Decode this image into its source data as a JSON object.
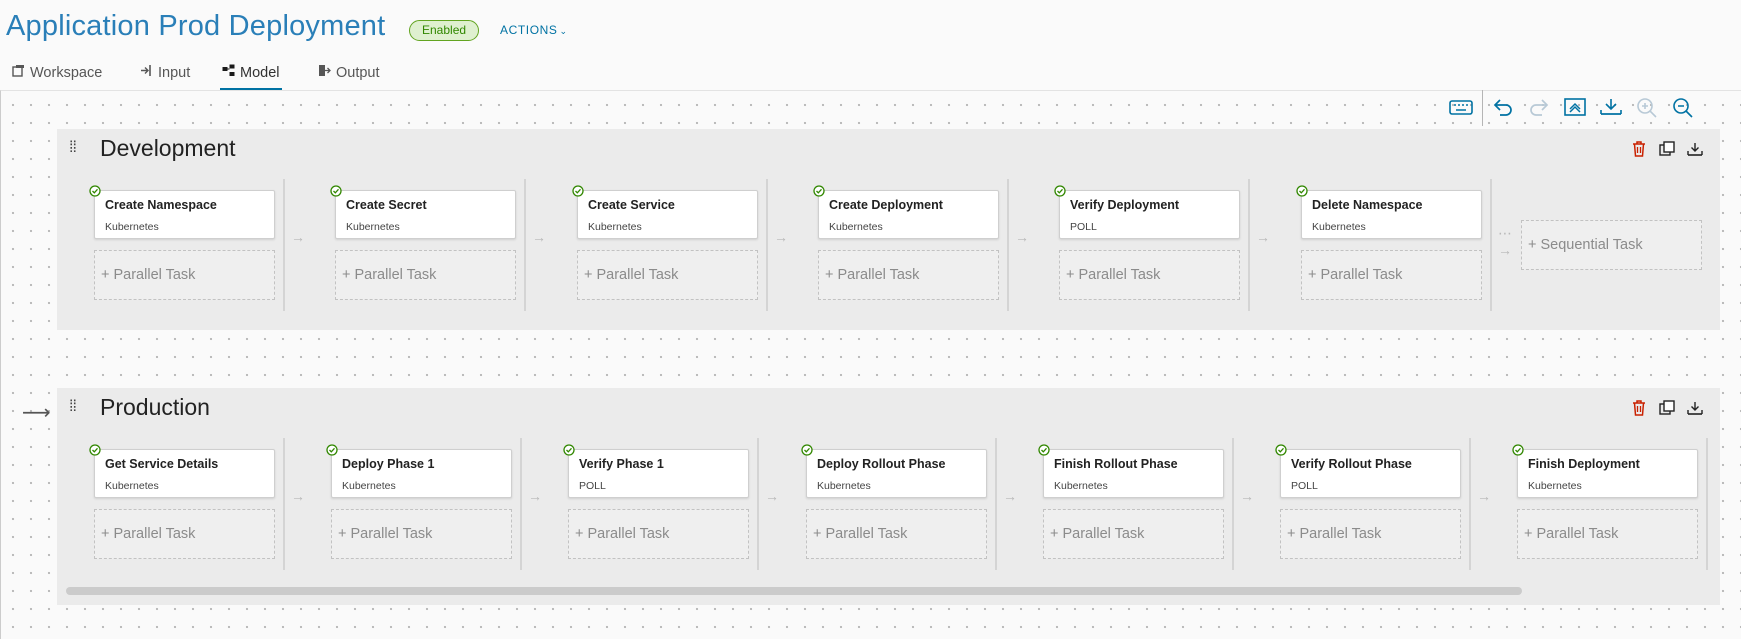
{
  "header": {
    "title": "Application Prod Deployment",
    "status_badge": "Enabled",
    "actions_label": "ACTIONS"
  },
  "tabs": [
    {
      "label": "Workspace",
      "icon": "workspace-icon"
    },
    {
      "label": "Input",
      "icon": "input-icon"
    },
    {
      "label": "Model",
      "icon": "model-icon",
      "active": true
    },
    {
      "label": "Output",
      "icon": "output-icon"
    }
  ],
  "toolbar": [
    "keyboard-icon",
    "undo-icon",
    "redo-icon",
    "collapse-all-icon",
    "expand-all-icon",
    "zoom-in-icon",
    "zoom-out-icon"
  ],
  "stages": [
    {
      "name": "Development",
      "tasks": [
        {
          "name": "Create Namespace",
          "type": "Kubernetes"
        },
        {
          "name": "Create Secret",
          "type": "Kubernetes"
        },
        {
          "name": "Create Service",
          "type": "Kubernetes"
        },
        {
          "name": "Create Deployment",
          "type": "Kubernetes"
        },
        {
          "name": "Verify Deployment",
          "type": "POLL"
        },
        {
          "name": "Delete Namespace",
          "type": "Kubernetes"
        }
      ],
      "parallel_label": "+ Parallel Task",
      "sequential_label": "+ Sequential Task"
    },
    {
      "name": "Production",
      "tasks": [
        {
          "name": "Get Service Details",
          "type": "Kubernetes"
        },
        {
          "name": "Deploy Phase 1",
          "type": "Kubernetes"
        },
        {
          "name": "Verify Phase 1",
          "type": "POLL"
        },
        {
          "name": "Deploy Rollout Phase",
          "type": "Kubernetes"
        },
        {
          "name": "Finish Rollout Phase",
          "type": "Kubernetes"
        },
        {
          "name": "Verify Rollout Phase",
          "type": "POLL"
        },
        {
          "name": "Finish Deployment",
          "type": "Kubernetes"
        }
      ],
      "parallel_label": "+ Parallel Task"
    }
  ],
  "colors": {
    "accent": "#0072a3",
    "title": "#2a7fb8",
    "success": "#318700",
    "delete": "#c92100"
  }
}
